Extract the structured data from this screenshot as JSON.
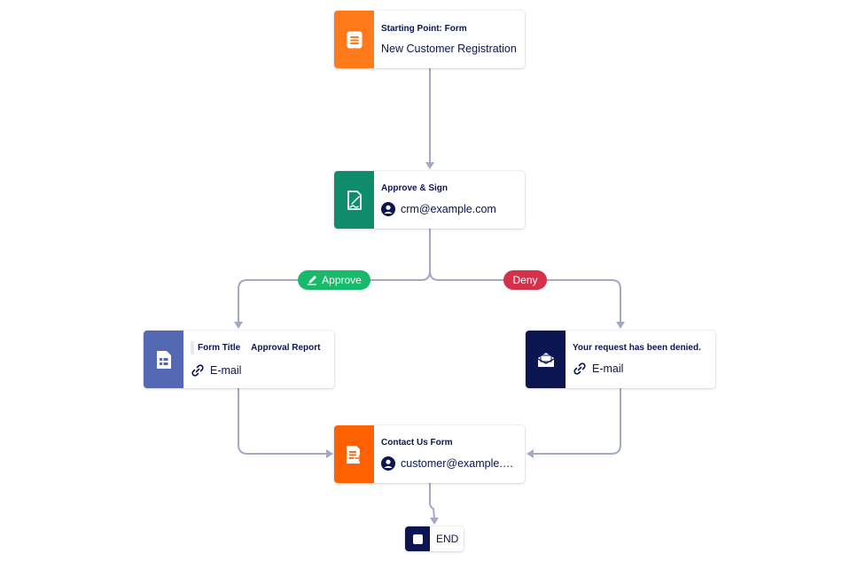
{
  "colors": {
    "wire": "#a3a8c9",
    "form_orange": "#ff7a1a",
    "approval_green": "#0f8c6c",
    "report_blue": "#5369b4",
    "email_navy": "#0a1551",
    "contact_orange": "#ff6100",
    "approve_pill": "#18b96b",
    "deny_pill": "#d3324a"
  },
  "nodes": {
    "start": {
      "title": "Starting Point: Form",
      "detail": "New Customer Registration",
      "icon": "form-document-icon"
    },
    "approval": {
      "title": "Approve & Sign",
      "detail": "crm@example.com",
      "icon": "sign-document-icon",
      "detail_icon": "user-avatar-icon"
    },
    "report": {
      "title_key": "Form Title",
      "title_value": "Approval Report",
      "detail": "E-mail",
      "icon": "report-form-icon",
      "detail_icon": "link-icon"
    },
    "deny_email": {
      "title": "Your request has been denied.",
      "detail": "E-mail",
      "icon": "envelope-icon",
      "detail_icon": "link-icon"
    },
    "contact": {
      "title": "Contact Us Form",
      "detail": "customer@example.com",
      "icon": "form-send-icon",
      "detail_icon": "user-avatar-icon"
    },
    "end": {
      "label": "END",
      "icon": "stop-square-icon"
    }
  },
  "branches": {
    "approve": {
      "label": "Approve",
      "icon": "check-pen-icon"
    },
    "deny": {
      "label": "Deny"
    }
  }
}
